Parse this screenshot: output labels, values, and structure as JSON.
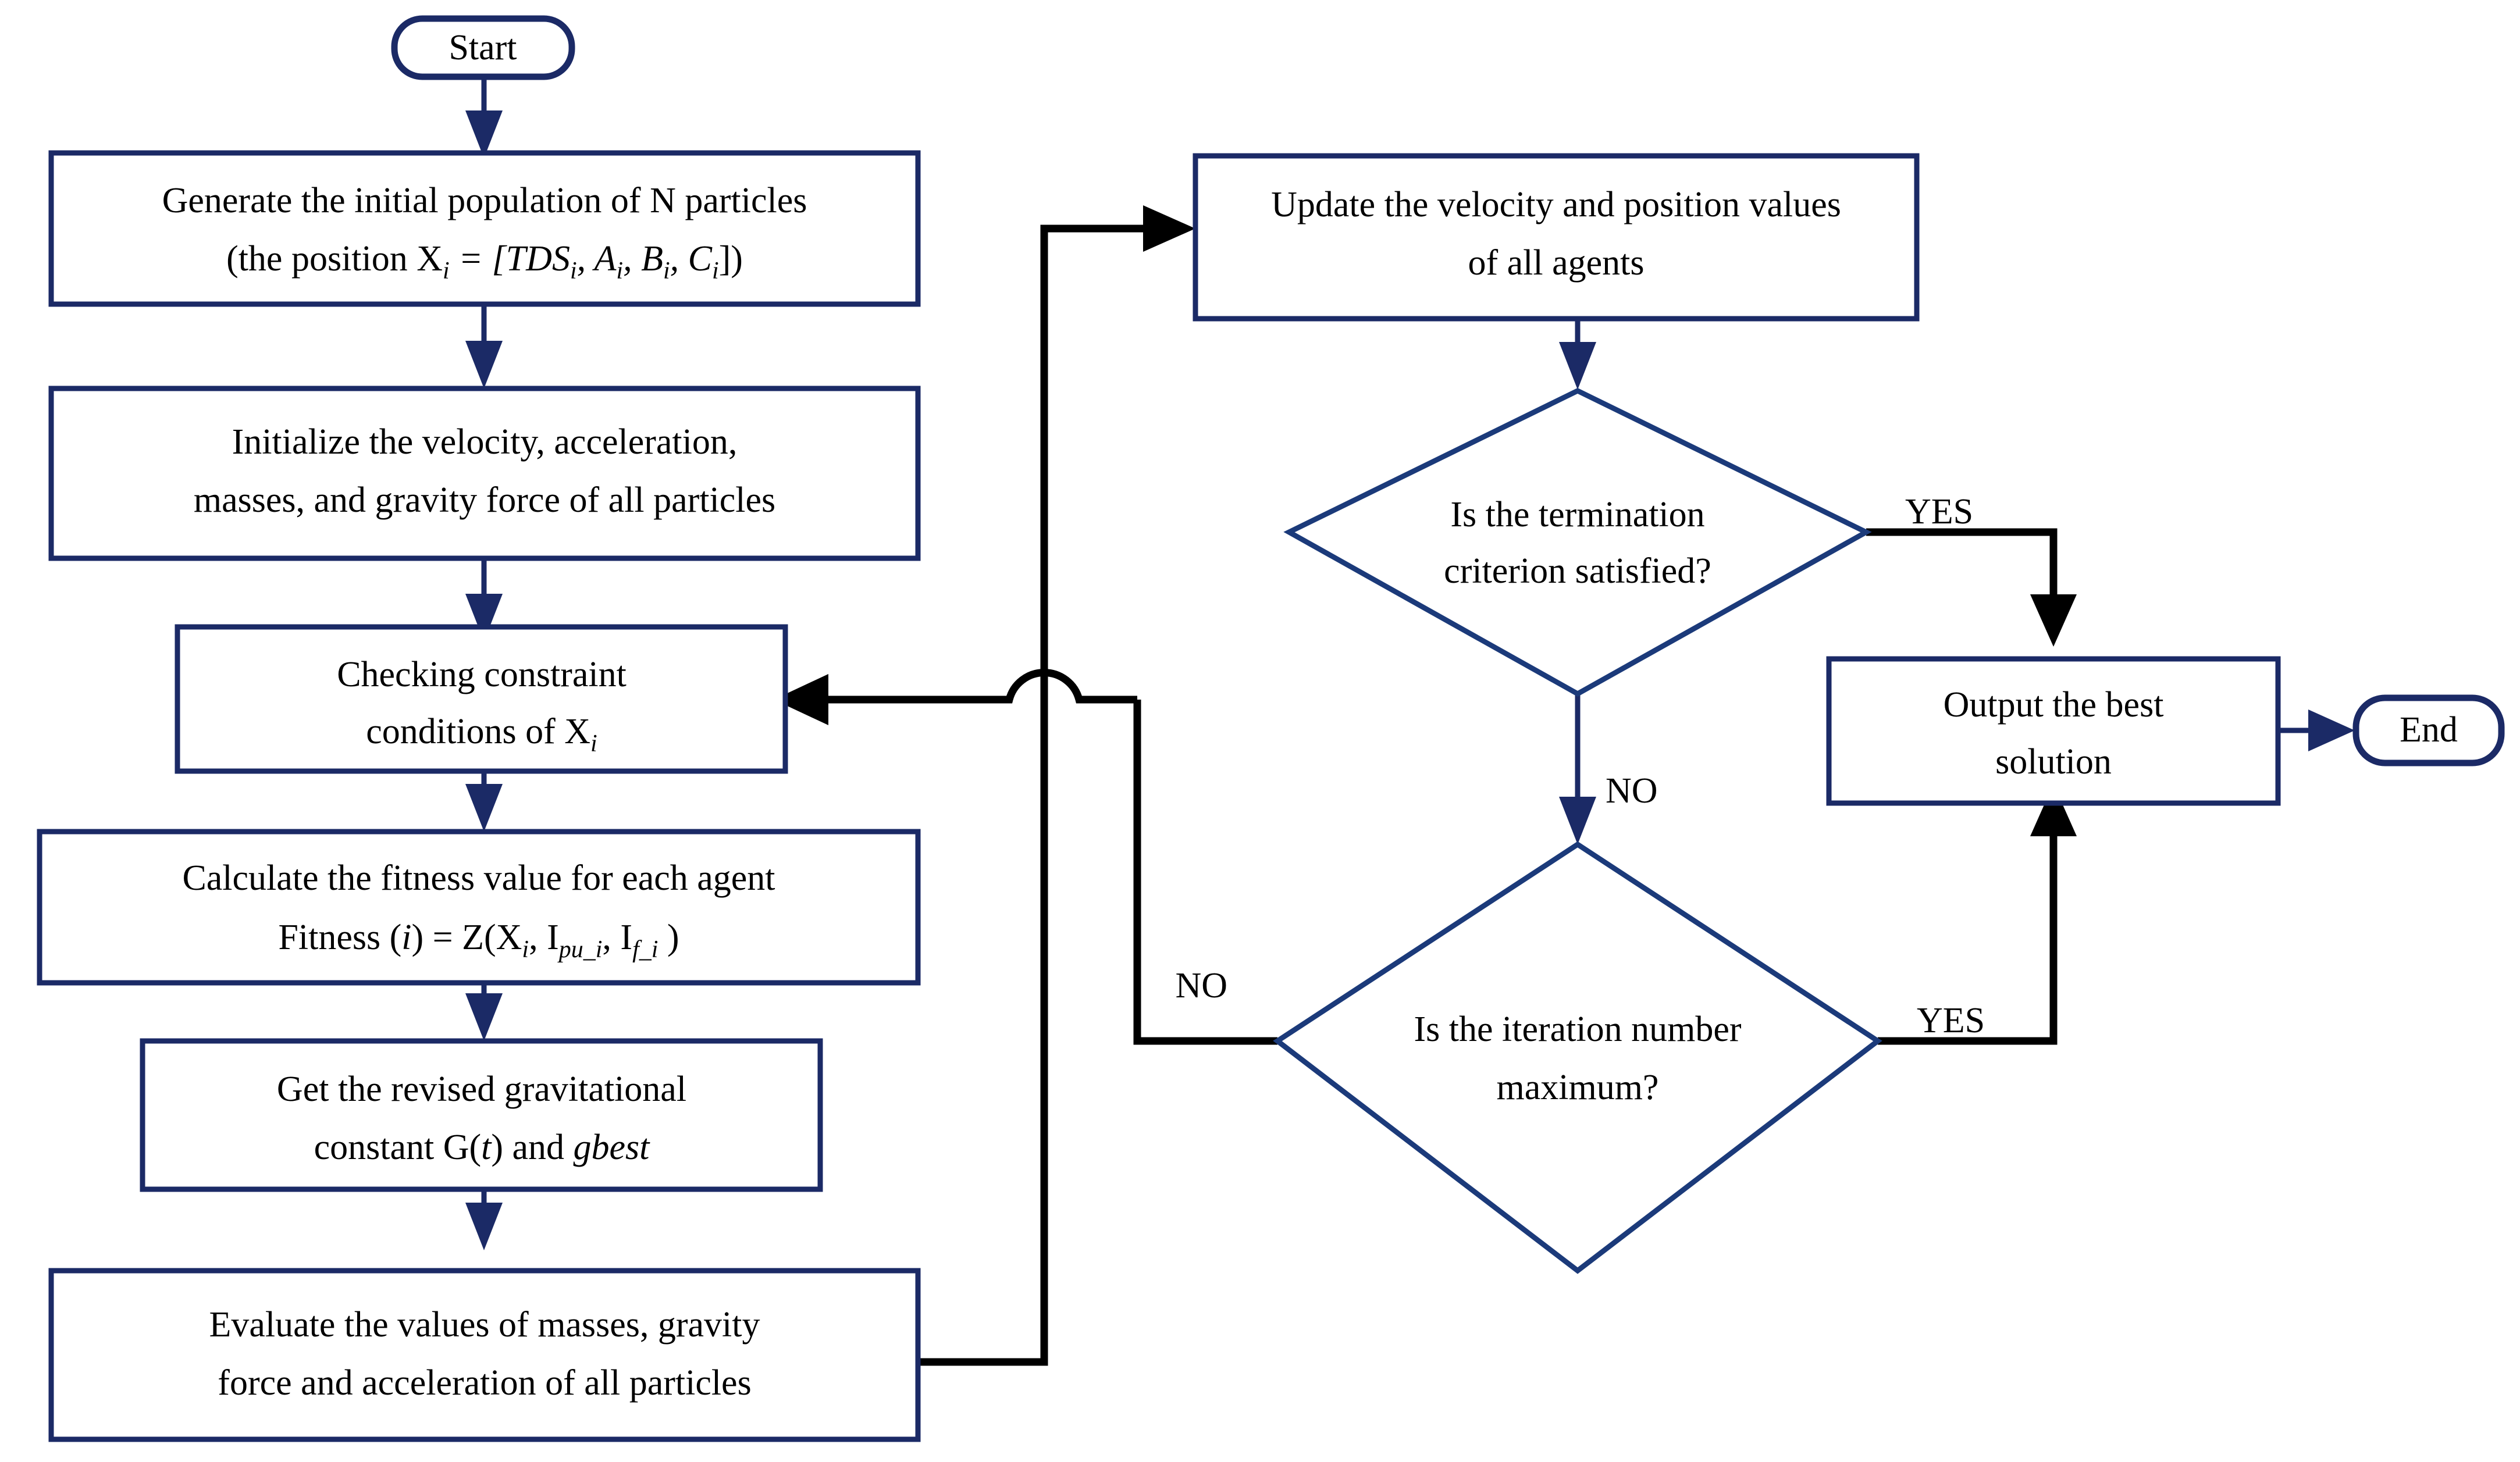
{
  "diagram": {
    "title": "GSA-PSO optimization algorithm flowchart",
    "colors": {
      "node_stroke": "#1b2a66",
      "diamond_stroke": "#1b3a7a",
      "edge_blue": "#1b2a66",
      "edge_black": "#000000",
      "node_fill": "#ffffff",
      "background": "#ffffff",
      "text": "#000000"
    },
    "nodes": {
      "start": {
        "type": "terminator",
        "label": "Start"
      },
      "generate": {
        "type": "process",
        "line1": "Generate the initial population of N particles",
        "line2_prefix": "(the position X",
        "line2_sub1": "i",
        "line2_mid": " = [TDS",
        "line2_sub2": "i",
        "line2_mid2": ", A",
        "line2_sub3": "i",
        "line2_mid3": ", B",
        "line2_sub4": "i",
        "line2_mid4": ", C",
        "line2_sub5": "i",
        "line2_suffix": "])",
        "plain": "Generate the initial population of N particles (the position Xi = [TDSi, Ai, Bi, Ci])"
      },
      "initialize": {
        "type": "process",
        "line1": "Initialize the velocity, acceleration,",
        "line2": "masses, and gravity force of all particles"
      },
      "checking": {
        "type": "process",
        "line1": "Checking constraint",
        "line2_prefix": "conditions of X",
        "line2_sub": "i",
        "plain": "Checking constraint conditions of Xi"
      },
      "fitness": {
        "type": "process",
        "line1": "Calculate the fitness value for each agent",
        "line2_a": "Fitness (",
        "line2_i": "i",
        "line2_b": ") = Z(X",
        "line2_sub1": "i",
        "line2_c": ", I",
        "line2_sub2": "pu_i",
        "line2_d": ", I",
        "line2_sub3": "f_i",
        "line2_e": " )",
        "plain": "Calculate the fitness value for each agent  Fitness (i) = Z(Xi, Ipu_i, If_i )"
      },
      "gravconst": {
        "type": "process",
        "line1": "Get the revised gravitational",
        "line2_a": "constant G(",
        "line2_t": "t",
        "line2_b": ") and ",
        "line2_gbest": "gbest",
        "plain": "Get the revised gravitational constant G(t) and gbest"
      },
      "evaluate": {
        "type": "process",
        "line1": "Evaluate the values of masses, gravity",
        "line2": "force and acceleration of all particles"
      },
      "update": {
        "type": "process",
        "line1": "Update the velocity and position values",
        "line2": "of all agents"
      },
      "termination": {
        "type": "decision",
        "line1": "Is the termination",
        "line2": "criterion satisfied?"
      },
      "iteration": {
        "type": "decision",
        "line1": "Is the iteration number",
        "line2": "maximum?"
      },
      "output": {
        "type": "process",
        "line1": "Output the best",
        "line2": "solution"
      },
      "end": {
        "type": "terminator",
        "label": "End"
      }
    },
    "edge_labels": {
      "termination_yes": "YES",
      "termination_no": "NO",
      "iteration_yes": "YES",
      "iteration_no": "NO"
    }
  }
}
